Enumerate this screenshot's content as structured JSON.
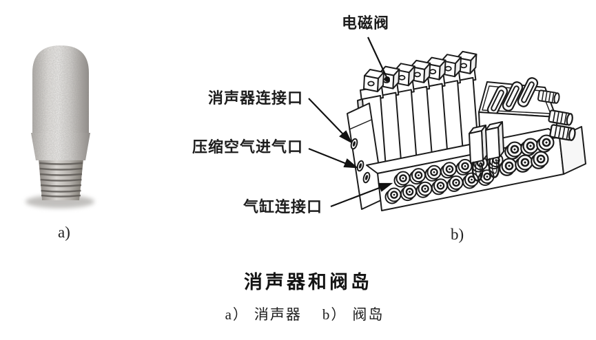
{
  "figure": {
    "title": "消声器和阀岛",
    "subcaption": {
      "item_a_label": "a）",
      "item_a_text": "消声器",
      "item_b_label": "b）",
      "item_b_text": "阀岛"
    },
    "panel_a": {
      "label": "a)"
    },
    "panel_b": {
      "label": "b)",
      "callouts": {
        "solenoid_valve": "电磁阀",
        "silencer_port": "消声器连接口",
        "air_inlet": "压缩空气进气口",
        "cylinder_port": "气缸连接口"
      }
    },
    "colors": {
      "background": "#ffffff",
      "line": "#1b1b1b",
      "text": "#1d1d1d",
      "silencer_body": "#d7d5d2",
      "silencer_thread": "#8a8580"
    }
  }
}
